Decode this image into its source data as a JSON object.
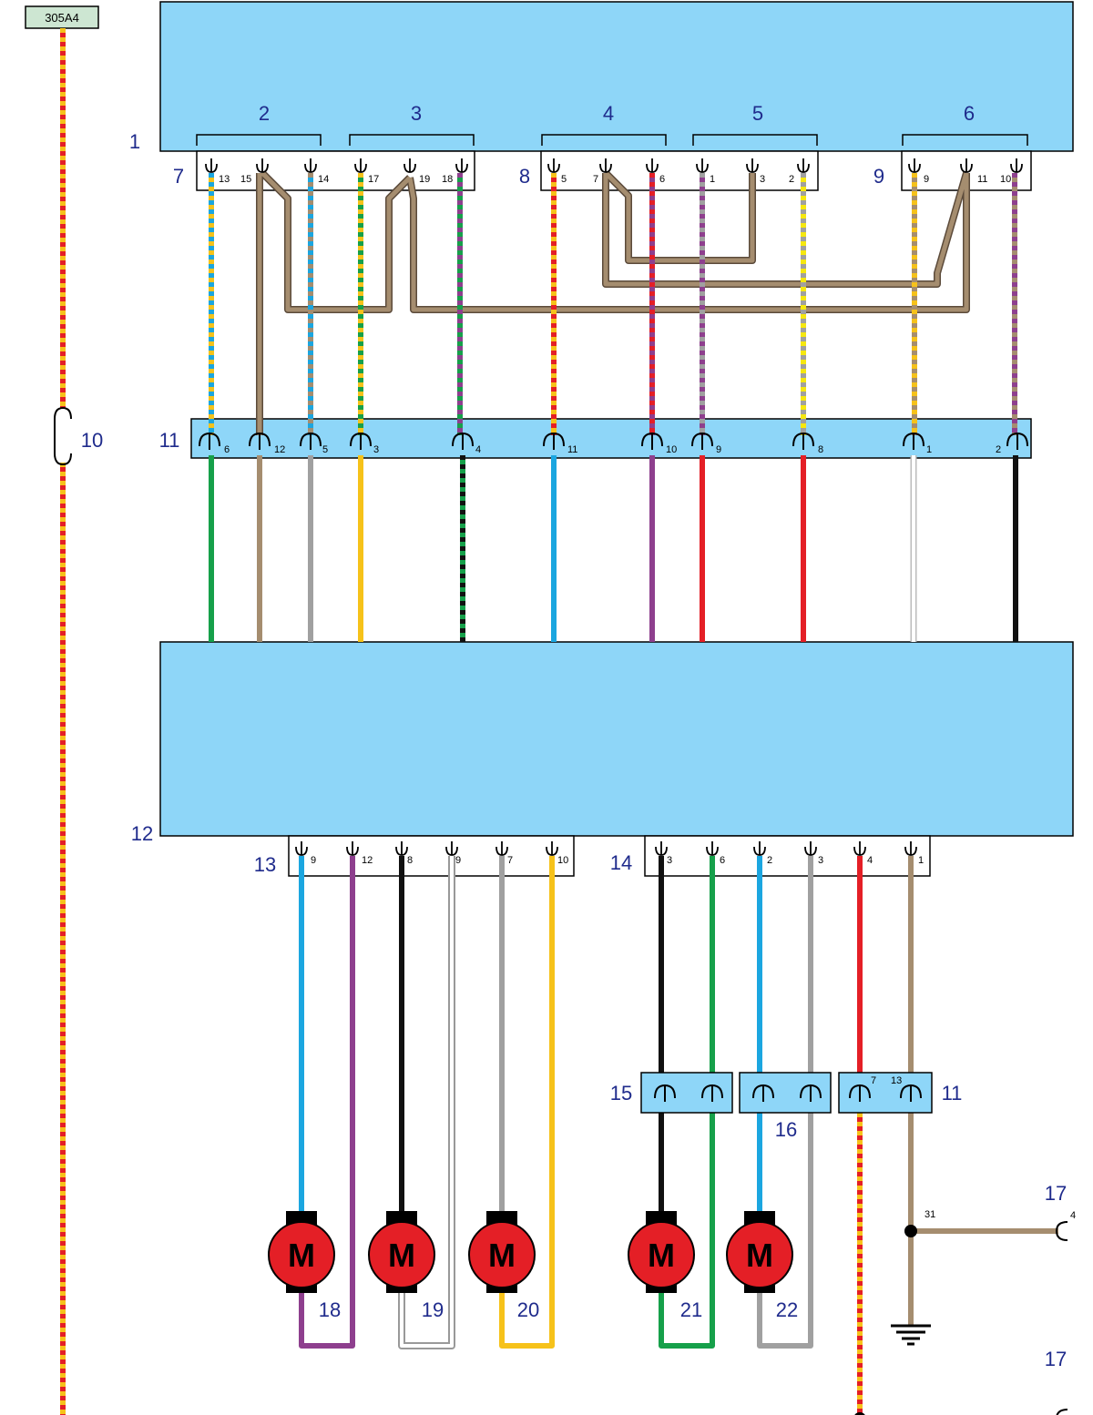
{
  "fuse": {
    "label": "305A4"
  },
  "callouts": {
    "c1": "1",
    "c2": "2",
    "c3": "3",
    "c4": "4",
    "c5": "5",
    "c6": "6",
    "c7": "7",
    "c8": "8",
    "c9": "9",
    "c10": "10",
    "c11_top": "11",
    "c12": "12",
    "c13": "13",
    "c14": "14",
    "c15": "15",
    "c16": "16",
    "c11_bottom": "11",
    "c17_top": "17",
    "c17_bottom": "17",
    "c18": "18",
    "c19": "19",
    "c20": "20",
    "c21": "21",
    "c22": "22"
  },
  "connector7": {
    "pins": [
      "13",
      "15",
      "14",
      "17",
      "19",
      "18"
    ]
  },
  "connector8": {
    "pins": [
      "5",
      "7",
      "6",
      "1",
      "3",
      "2"
    ]
  },
  "connector9": {
    "pins": [
      "9",
      "11",
      "10"
    ]
  },
  "connector11": {
    "pins": [
      "6",
      "12",
      "5",
      "3",
      "4",
      "11",
      "10",
      "9",
      "8",
      "1",
      "2"
    ]
  },
  "connector13": {
    "pins": [
      "9",
      "12",
      "8",
      "9",
      "7",
      "10"
    ]
  },
  "connector14": {
    "pins": [
      "3",
      "6",
      "2",
      "3",
      "4",
      "1"
    ]
  },
  "connector11b": {
    "pins": [
      "7",
      "13"
    ]
  },
  "ground_node": {
    "label": "31"
  },
  "terminal17_top": {
    "pin": "4"
  },
  "motor": {
    "symbol": "M"
  },
  "colors": {
    "module": "#8ed6f8",
    "fuse_box": "#cde6d2",
    "motor": "#e41f26",
    "brown": "#a58d6f",
    "text_blue": "#1f2b8c"
  }
}
